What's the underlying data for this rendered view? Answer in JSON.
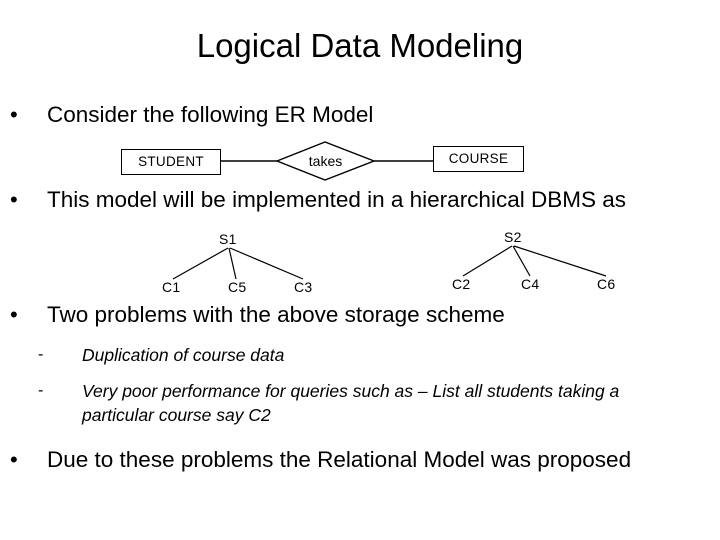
{
  "slide": {
    "title": "Logical Data Modeling",
    "background_color": "#ffffff",
    "text_color": "#000000"
  },
  "bullets": [
    {
      "marker": "•",
      "text": "Consider the following ER Model"
    },
    {
      "marker": "•",
      "text": "This model will be implemented in a hierarchical DBMS as"
    },
    {
      "marker": "•",
      "text": "Two problems with the above storage scheme"
    },
    {
      "marker": "•",
      "text": "Due to these problems the Relational Model was proposed"
    }
  ],
  "sub_bullets": [
    {
      "marker": "-",
      "text": "Duplication of course data"
    },
    {
      "marker": "-",
      "text": "Very poor performance for queries such as – List all students taking a particular course say C2"
    }
  ],
  "er_diagram": {
    "entity_left": "STUDENT",
    "relationship": "takes",
    "entity_right": "COURSE"
  },
  "hierarchy_trees": [
    {
      "root": "S1",
      "children": [
        "C1",
        "C5",
        "C3"
      ]
    },
    {
      "root": "S2",
      "children": [
        "C2",
        "C4",
        "C6"
      ]
    }
  ]
}
